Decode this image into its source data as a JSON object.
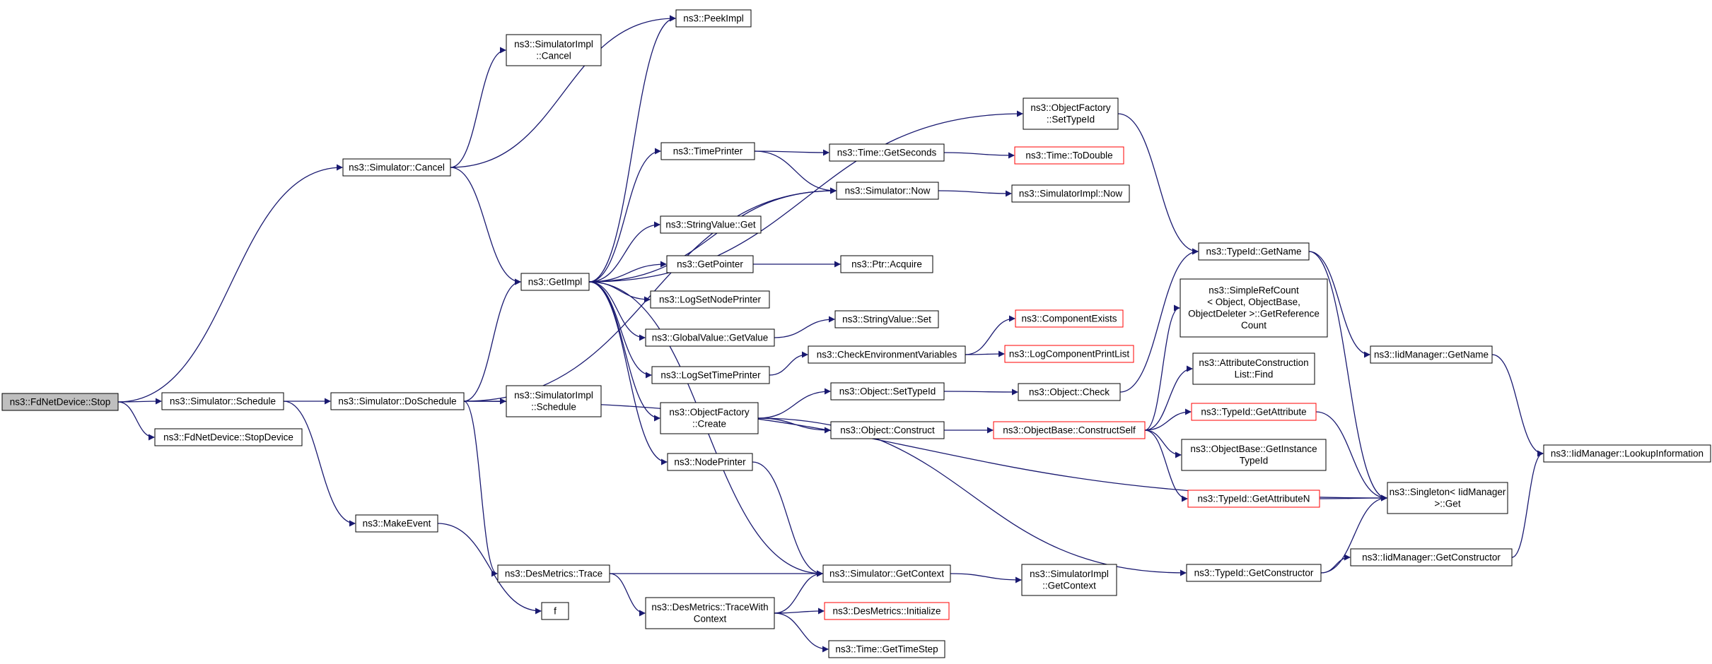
{
  "colors": {
    "edge": "#191970",
    "node_border": "#000000",
    "node_highlight_border": "#ff0000",
    "focus_fill": "#bfbfbf",
    "node_fill": "#ffffff"
  },
  "nodes": [
    {
      "id": "fdnet_stop",
      "lines": [
        "ns3::FdNetDevice::Stop"
      ],
      "style": "focus"
    },
    {
      "id": "sim_schedule",
      "lines": [
        "ns3::Simulator::Schedule"
      ],
      "style": "normal"
    },
    {
      "id": "stopdevice",
      "lines": [
        "ns3::FdNetDevice::StopDevice"
      ],
      "style": "normal"
    },
    {
      "id": "sim_cancel",
      "lines": [
        "ns3::Simulator::Cancel"
      ],
      "style": "normal"
    },
    {
      "id": "peekimpl",
      "lines": [
        "ns3::PeekImpl"
      ],
      "style": "normal"
    },
    {
      "id": "simimpl_cancel",
      "lines": [
        "ns3::SimulatorImpl",
        "::Cancel"
      ],
      "style": "normal"
    },
    {
      "id": "getimpl",
      "lines": [
        "ns3::GetImpl"
      ],
      "style": "normal"
    },
    {
      "id": "doschedule",
      "lines": [
        "ns3::Simulator::DoSchedule"
      ],
      "style": "normal"
    },
    {
      "id": "simimpl_schedule",
      "lines": [
        "ns3::SimulatorImpl",
        "::Schedule"
      ],
      "style": "normal"
    },
    {
      "id": "makeevent",
      "lines": [
        "ns3::MakeEvent"
      ],
      "style": "normal"
    },
    {
      "id": "f",
      "lines": [
        "f"
      ],
      "style": "normal"
    },
    {
      "id": "desmetrics_trace",
      "lines": [
        "ns3::DesMetrics::Trace"
      ],
      "style": "normal"
    },
    {
      "id": "timeprinter",
      "lines": [
        "ns3::TimePrinter"
      ],
      "style": "normal"
    },
    {
      "id": "stringvalue_get",
      "lines": [
        "ns3::StringValue::Get"
      ],
      "style": "normal"
    },
    {
      "id": "getpointer",
      "lines": [
        "ns3::GetPointer"
      ],
      "style": "normal"
    },
    {
      "id": "logsetnodeprinter",
      "lines": [
        "ns3::LogSetNodePrinter"
      ],
      "style": "normal"
    },
    {
      "id": "globalvalue_getvalue",
      "lines": [
        "ns3::GlobalValue::GetValue"
      ],
      "style": "normal"
    },
    {
      "id": "logsettimeprinter",
      "lines": [
        "ns3::LogSetTimePrinter"
      ],
      "style": "normal"
    },
    {
      "id": "objectfactory_create",
      "lines": [
        "ns3::ObjectFactory",
        "::Create"
      ],
      "style": "normal"
    },
    {
      "id": "nodeprinter",
      "lines": [
        "ns3::NodePrinter"
      ],
      "style": "normal"
    },
    {
      "id": "tracewithcontext",
      "lines": [
        "ns3::DesMetrics::TraceWith",
        "Context"
      ],
      "style": "normal"
    },
    {
      "id": "time_getseconds",
      "lines": [
        "ns3::Time::GetSeconds"
      ],
      "style": "normal"
    },
    {
      "id": "simulator_now",
      "lines": [
        "ns3::Simulator::Now"
      ],
      "style": "normal"
    },
    {
      "id": "ptr_acquire",
      "lines": [
        "ns3::Ptr::Acquire"
      ],
      "style": "normal"
    },
    {
      "id": "stringvalue_set",
      "lines": [
        "ns3::StringValue::Set"
      ],
      "style": "normal"
    },
    {
      "id": "checkenv",
      "lines": [
        "ns3::CheckEnvironmentVariables"
      ],
      "style": "normal"
    },
    {
      "id": "object_settypeid",
      "lines": [
        "ns3::Object::SetTypeId"
      ],
      "style": "normal"
    },
    {
      "id": "object_construct",
      "lines": [
        "ns3::Object::Construct"
      ],
      "style": "normal"
    },
    {
      "id": "simulator_getcontext",
      "lines": [
        "ns3::Simulator::GetContext"
      ],
      "style": "normal"
    },
    {
      "id": "desmetrics_initialize",
      "lines": [
        "ns3::DesMetrics::Initialize"
      ],
      "style": "red"
    },
    {
      "id": "time_gettimestep",
      "lines": [
        "ns3::Time::GetTimeStep"
      ],
      "style": "normal"
    },
    {
      "id": "objectfactory_settypeid",
      "lines": [
        "ns3::ObjectFactory",
        "::SetTypeId"
      ],
      "style": "normal"
    },
    {
      "id": "time_todouble",
      "lines": [
        "ns3::Time::ToDouble"
      ],
      "style": "red"
    },
    {
      "id": "simimpl_now",
      "lines": [
        "ns3::SimulatorImpl::Now"
      ],
      "style": "normal"
    },
    {
      "id": "componentexists",
      "lines": [
        "ns3::ComponentExists"
      ],
      "style": "red"
    },
    {
      "id": "logcomponentprintlist",
      "lines": [
        "ns3::LogComponentPrintList"
      ],
      "style": "red"
    },
    {
      "id": "object_check",
      "lines": [
        "ns3::Object::Check"
      ],
      "style": "normal"
    },
    {
      "id": "objectbase_constructself",
      "lines": [
        "ns3::ObjectBase::ConstructSelf"
      ],
      "style": "red"
    },
    {
      "id": "simimpl_getcontext",
      "lines": [
        "ns3::SimulatorImpl",
        "::GetContext"
      ],
      "style": "normal"
    },
    {
      "id": "typeid_getname",
      "lines": [
        "ns3::TypeId::GetName"
      ],
      "style": "normal"
    },
    {
      "id": "simplerefcount",
      "lines": [
        "ns3::SimpleRefCount",
        "< Object, ObjectBase,",
        "ObjectDeleter >::GetReference",
        "Count"
      ],
      "style": "normal"
    },
    {
      "id": "attrconstruction_find",
      "lines": [
        "ns3::AttributeConstruction",
        "List::Find"
      ],
      "style": "normal"
    },
    {
      "id": "typeid_getattribute",
      "lines": [
        "ns3::TypeId::GetAttribute"
      ],
      "style": "red"
    },
    {
      "id": "objectbase_getinstancetypeid",
      "lines": [
        "ns3::ObjectBase::GetInstance",
        "TypeId"
      ],
      "style": "normal"
    },
    {
      "id": "typeid_getattributen",
      "lines": [
        "ns3::TypeId::GetAttributeN"
      ],
      "style": "red"
    },
    {
      "id": "typeid_getconstructor",
      "lines": [
        "ns3::TypeId::GetConstructor"
      ],
      "style": "normal"
    },
    {
      "id": "iidmanager_getname",
      "lines": [
        "ns3::IidManager::GetName"
      ],
      "style": "normal"
    },
    {
      "id": "singleton_get",
      "lines": [
        "ns3::Singleton< IidManager",
        ">::Get"
      ],
      "style": "normal"
    },
    {
      "id": "iidmanager_getconstructor",
      "lines": [
        "ns3::IidManager::GetConstructor"
      ],
      "style": "normal"
    },
    {
      "id": "iidmanager_lookupinfo",
      "lines": [
        "ns3::IidManager::LookupInformation"
      ],
      "style": "normal"
    }
  ],
  "edges": [
    [
      "fdnet_stop",
      "sim_cancel"
    ],
    [
      "fdnet_stop",
      "sim_schedule"
    ],
    [
      "fdnet_stop",
      "stopdevice"
    ],
    [
      "sim_cancel",
      "peekimpl"
    ],
    [
      "sim_cancel",
      "simimpl_cancel"
    ],
    [
      "sim_cancel",
      "getimpl"
    ],
    [
      "sim_schedule",
      "doschedule"
    ],
    [
      "sim_schedule",
      "makeevent"
    ],
    [
      "makeevent",
      "f"
    ],
    [
      "doschedule",
      "simimpl_schedule"
    ],
    [
      "doschedule",
      "getimpl"
    ],
    [
      "doschedule",
      "desmetrics_trace"
    ],
    [
      "doschedule",
      "simulator_now"
    ],
    [
      "doschedule",
      "singleton_get"
    ],
    [
      "getimpl",
      "peekimpl"
    ],
    [
      "getimpl",
      "objectfactory_settypeid"
    ],
    [
      "getimpl",
      "timeprinter"
    ],
    [
      "getimpl",
      "simulator_now"
    ],
    [
      "getimpl",
      "stringvalue_get"
    ],
    [
      "getimpl",
      "getpointer"
    ],
    [
      "getimpl",
      "logsetnodeprinter"
    ],
    [
      "getimpl",
      "globalvalue_getvalue"
    ],
    [
      "getimpl",
      "logsettimeprinter"
    ],
    [
      "getimpl",
      "objectfactory_create"
    ],
    [
      "getimpl",
      "nodeprinter"
    ],
    [
      "getimpl",
      "simulator_getcontext"
    ],
    [
      "timeprinter",
      "time_getseconds"
    ],
    [
      "timeprinter",
      "simulator_now"
    ],
    [
      "time_getseconds",
      "time_todouble"
    ],
    [
      "simulator_now",
      "simimpl_now"
    ],
    [
      "getpointer",
      "ptr_acquire"
    ],
    [
      "globalvalue_getvalue",
      "stringvalue_set"
    ],
    [
      "logsettimeprinter",
      "checkenv"
    ],
    [
      "checkenv",
      "componentexists"
    ],
    [
      "checkenv",
      "logcomponentprintlist"
    ],
    [
      "objectfactory_create",
      "object_settypeid"
    ],
    [
      "objectfactory_create",
      "object_construct"
    ],
    [
      "objectfactory_create",
      "typeid_getconstructor"
    ],
    [
      "object_settypeid",
      "object_check"
    ],
    [
      "object_check",
      "typeid_getname"
    ],
    [
      "object_construct",
      "objectbase_constructself"
    ],
    [
      "objectbase_constructself",
      "simplerefcount"
    ],
    [
      "objectbase_constructself",
      "attrconstruction_find"
    ],
    [
      "objectbase_constructself",
      "typeid_getattribute"
    ],
    [
      "objectbase_constructself",
      "objectbase_getinstancetypeid"
    ],
    [
      "objectbase_constructself",
      "typeid_getattributen"
    ],
    [
      "nodeprinter",
      "simulator_getcontext"
    ],
    [
      "desmetrics_trace",
      "simulator_getcontext"
    ],
    [
      "desmetrics_trace",
      "tracewithcontext"
    ],
    [
      "tracewithcontext",
      "simulator_getcontext"
    ],
    [
      "tracewithcontext",
      "desmetrics_initialize"
    ],
    [
      "tracewithcontext",
      "time_gettimestep"
    ],
    [
      "simulator_getcontext",
      "simimpl_getcontext"
    ],
    [
      "objectfactory_settypeid",
      "typeid_getname"
    ],
    [
      "typeid_getname",
      "iidmanager_getname"
    ],
    [
      "typeid_getname",
      "singleton_get"
    ],
    [
      "typeid_getattribute",
      "singleton_get"
    ],
    [
      "typeid_getattributen",
      "singleton_get"
    ],
    [
      "typeid_getconstructor",
      "singleton_get"
    ],
    [
      "typeid_getconstructor",
      "iidmanager_getconstructor"
    ],
    [
      "iidmanager_getname",
      "iidmanager_lookupinfo"
    ],
    [
      "iidmanager_getconstructor",
      "iidmanager_lookupinfo"
    ]
  ]
}
